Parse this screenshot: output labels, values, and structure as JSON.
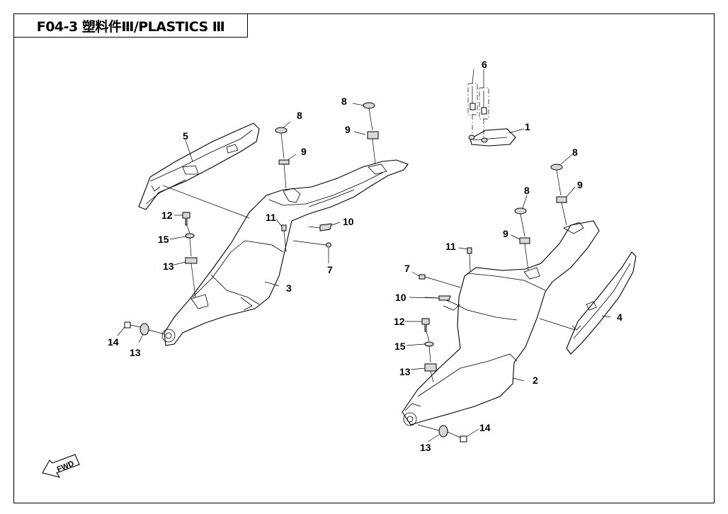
{
  "title": "F04-3  塑料件Ⅲ/PLASTICS Ⅲ",
  "fwd_label": "FWD",
  "callouts": {
    "c1": "1",
    "c2": "2",
    "c3": "3",
    "c4": "4",
    "c5": "5",
    "c6": "6",
    "c7a": "7",
    "c7b": "7",
    "c8a": "8",
    "c8b": "8",
    "c8c": "8",
    "c8d": "8",
    "c9a": "9",
    "c9b": "9",
    "c9c": "9",
    "c9d": "9",
    "c10a": "10",
    "c10b": "10",
    "c11a": "11",
    "c11b": "11",
    "c12a": "12",
    "c12b": "12",
    "c13a": "13",
    "c13b": "13",
    "c13c": "13",
    "c13d": "13",
    "c14a": "14",
    "c14b": "14",
    "c15a": "15",
    "c15b": "15"
  }
}
